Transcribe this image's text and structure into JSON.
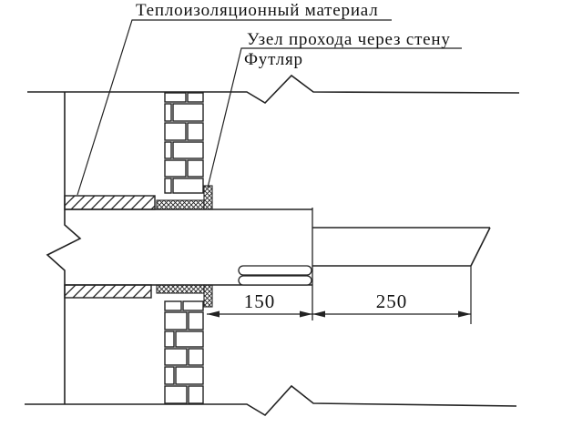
{
  "drawing": {
    "title_labels": {
      "insulation": "Теплоизоляционный материал",
      "wall_passage": "Узел прохода через стену",
      "casing": "Футляр"
    },
    "dimensions": {
      "casing_protrusion_mm": "150",
      "pipe_extension_mm": "250"
    },
    "colors": {
      "line": "#222222",
      "background": "#ffffff"
    }
  }
}
